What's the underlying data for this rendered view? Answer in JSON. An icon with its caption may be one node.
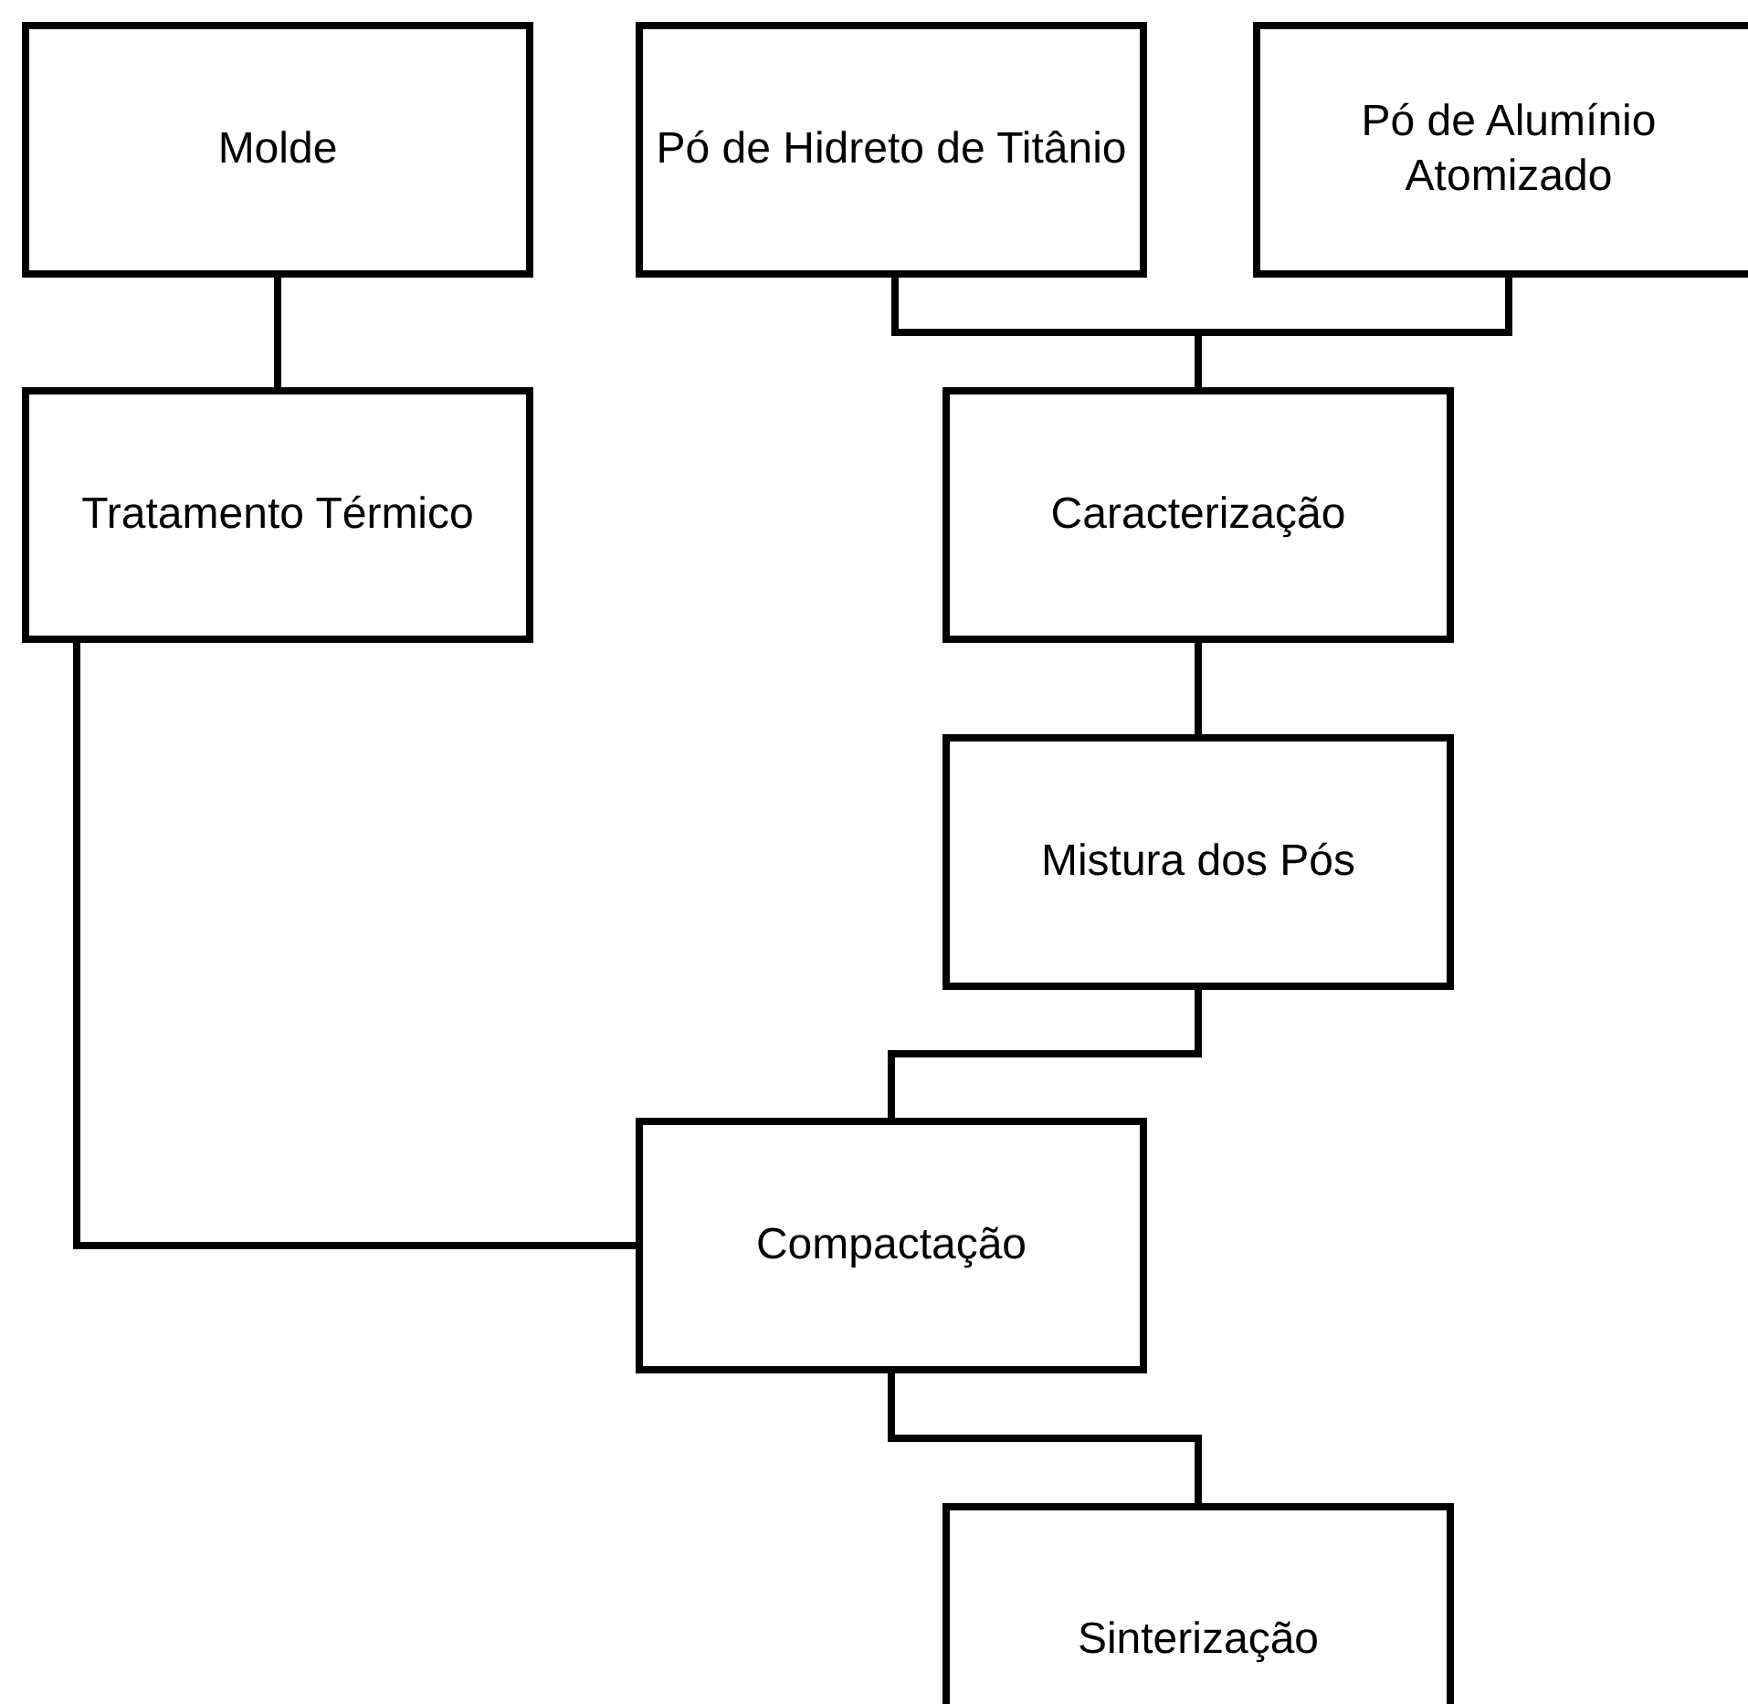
{
  "diagram": {
    "nodes": [
      {
        "text": [
          "Molde"
        ]
      },
      {
        "text": [
          "Pó de Hidreto de Titânio"
        ]
      },
      {
        "text": [
          "Pó de Alumínio Atomizado"
        ]
      },
      {
        "text": [
          "Tratamento Térmico"
        ]
      },
      {
        "text": [
          "Caracterização"
        ]
      },
      {
        "text": [
          "Mistura dos Pós"
        ]
      },
      {
        "text": [
          "Compactação"
        ]
      },
      {
        "text": [
          "Sinterização"
        ]
      }
    ],
    "edges": [
      {
        "from": 0,
        "to": 3,
        "arrow": "none"
      },
      {
        "from": 1,
        "to": 4,
        "arrow": "none"
      },
      {
        "from": 2,
        "to": 4,
        "arrow": "none"
      },
      {
        "from": 4,
        "to": 5,
        "arrow": "none"
      },
      {
        "from": 5,
        "to": 6,
        "arrow": "none"
      },
      {
        "from": 3,
        "to": 6,
        "arrow": "none"
      },
      {
        "from": 6,
        "to": 7,
        "arrow": "none"
      }
    ]
  }
}
